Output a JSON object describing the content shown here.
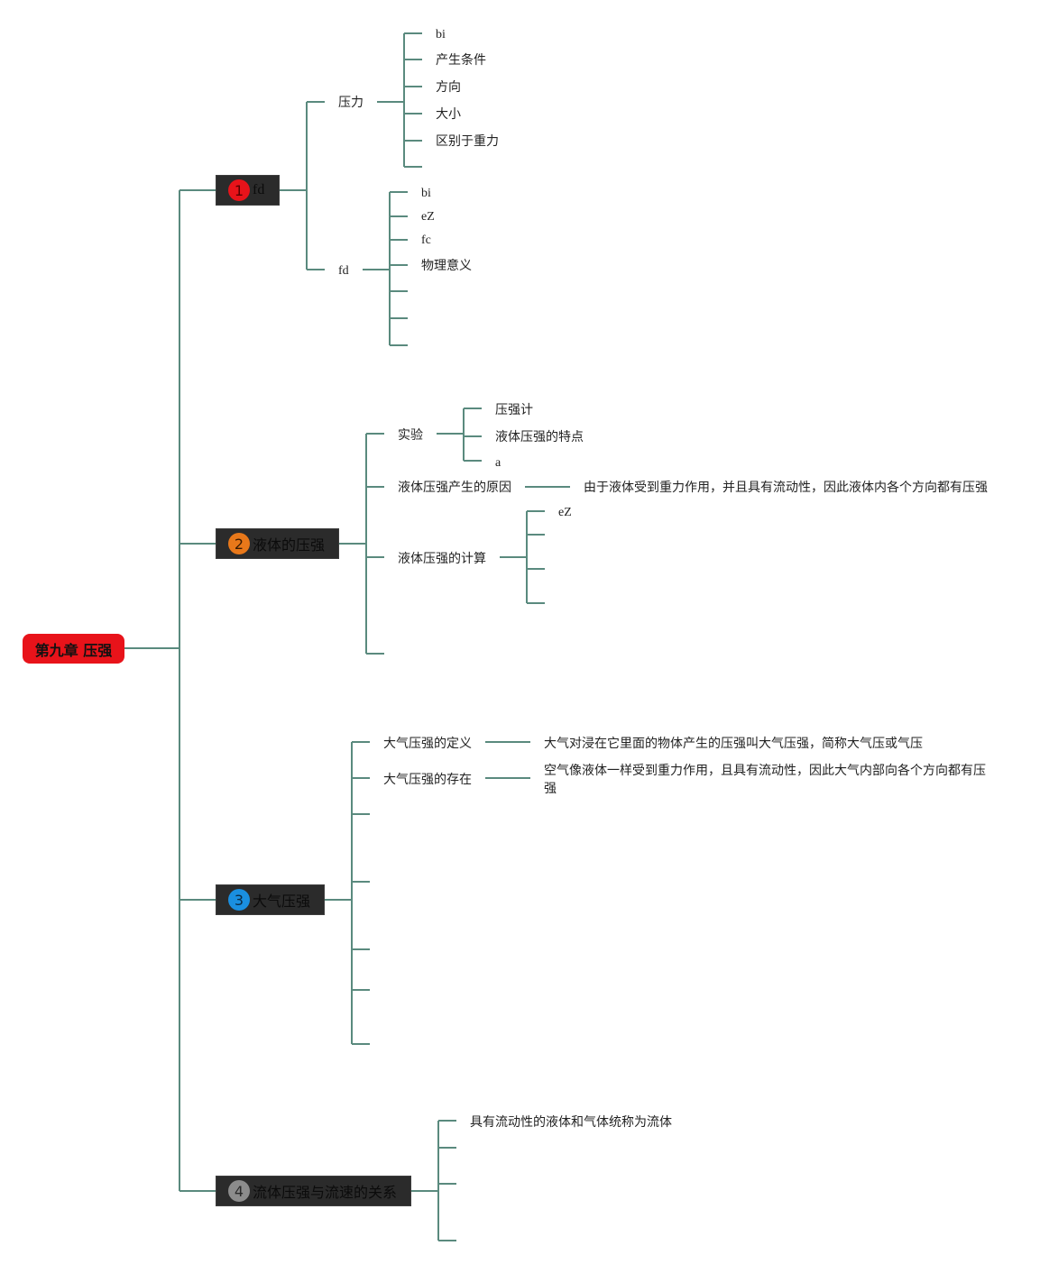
{
  "root": {
    "label": "第九章 压强",
    "color": "#e8131a"
  },
  "line_color": "#5a8a7e",
  "topics": [
    {
      "number": "1",
      "label": "fd",
      "badge_color": "#e8131a",
      "badge_text_color": "#5a0000"
    },
    {
      "number": "2",
      "label": "液体的压强",
      "badge_color": "#e8781a",
      "badge_text_color": "#3a1a00"
    },
    {
      "number": "3",
      "label": "大气压强",
      "badge_color": "#1a8fe0",
      "badge_text_color": "#0a2a44"
    },
    {
      "number": "4",
      "label": "流体压强与流速的关系",
      "badge_color": "#8c8c8c",
      "badge_text_color": "#2a2a2a"
    }
  ],
  "t1": {
    "pressure": {
      "label": "压力",
      "items": [
        "bi",
        "产生条件",
        "方向",
        "大小",
        "区别于重力"
      ]
    },
    "fd": {
      "label": "fd",
      "items": [
        "bi",
        "eZ",
        "fc",
        "物理意义"
      ]
    }
  },
  "t2": {
    "experiment": {
      "label": "实验",
      "items": [
        "压强计",
        "液体压强的特点",
        "a"
      ]
    },
    "cause": {
      "label": "液体压强产生的原因",
      "detail": "由于液体受到重力作用，并且具有流动性，因此液体内各个方向都有压强"
    },
    "calc": {
      "label": "液体压强的计算",
      "items": [
        "eZ"
      ]
    }
  },
  "t3": {
    "definition": {
      "label": "大气压强的定义",
      "detail": "大气对浸在它里面的物体产生的压强叫大气压强，简称大气压或气压"
    },
    "existence": {
      "label": "大气压强的存在",
      "detail": "空气像液体一样受到重力作用，且具有流动性，因此大气内部向各个方向都有压强"
    }
  },
  "t4": {
    "items": [
      "具有流动性的液体和气体统称为流体"
    ]
  }
}
